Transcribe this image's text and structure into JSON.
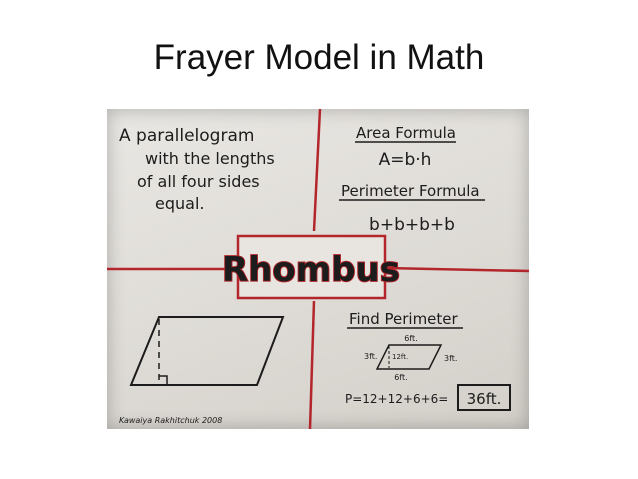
{
  "slide": {
    "title": "Frayer Model in Math"
  },
  "poster": {
    "center_word": "Rhombus",
    "definition_lines": [
      "A parallelogram",
      "with the lengths",
      "of all four sides",
      "equal."
    ],
    "characteristics": {
      "area_heading": "Area Formula",
      "area_formula": "A=b·h",
      "perimeter_heading": "Perimeter Formula",
      "perimeter_formula": "b+b+b+b"
    },
    "example": {
      "heading": "Find Perimeter",
      "top_label": "6ft.",
      "left_label": "3ft.",
      "height_label": "12ft.",
      "right_label": "3ft.",
      "bottom_label": "6ft.",
      "equation": "P=12+12+6+6=",
      "answer": "36ft."
    },
    "signature": "Kawaiya Rakhitchuk 2008",
    "colors": {
      "line_red": "#b3262b",
      "ink": "#1c1c1c",
      "paper": "#e4e1dc"
    }
  }
}
